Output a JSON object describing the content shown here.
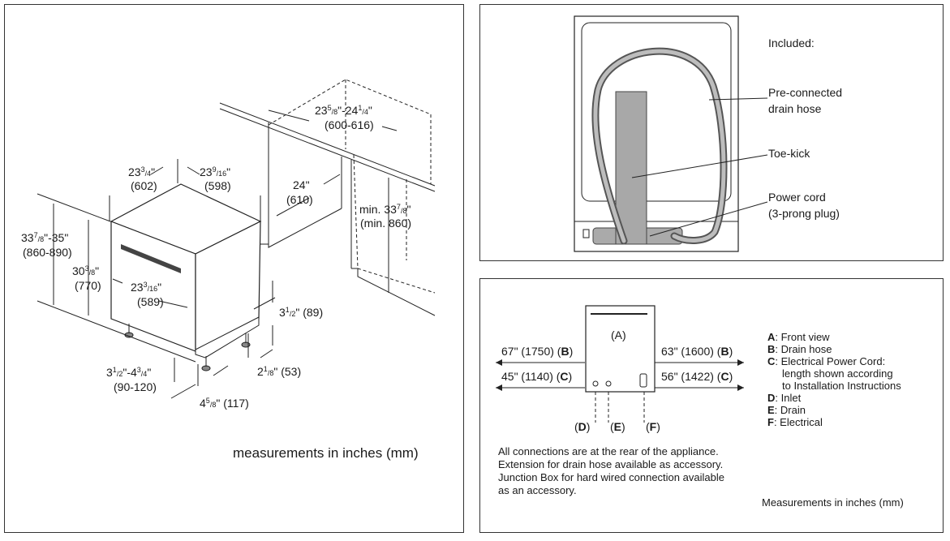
{
  "left_panel": {
    "dims": {
      "cab_width_text": "23",
      "cab_width_sup": "5",
      "cab_width_sub": "8",
      "cab_width_mid": "\"-24",
      "cab_width_sup2": "1",
      "cab_width_sub2": "4",
      "cab_width_end": "\"",
      "cab_width_mm": "(600-616)",
      "depth_24": "24\"",
      "depth_24_mm": "(610)",
      "min_height_a": "min. 33",
      "min_height_sup": "7",
      "min_height_sub": "8",
      "min_height_end": "\"",
      "min_height_mm": "(min. 860)",
      "top_w1": "23",
      "top_w1_sup": "3",
      "top_w1_sub": "4",
      "top_w1_end": "\"",
      "top_w1_mm": "(602)",
      "top_w2": "23",
      "top_w2_sup": "9",
      "top_w2_sub": "16",
      "top_w2_end": "\"",
      "top_w2_mm": "(598)",
      "h_total": "33",
      "h_total_sup": "7",
      "h_total_sub": "8",
      "h_total_end": "\"-35\"",
      "h_total_mm": "(860-890)",
      "h_body": "30",
      "h_body_sup": "3",
      "h_body_sub": "8",
      "h_body_end": "\"",
      "h_body_mm": "(770)",
      "door_w": "23",
      "door_w_sup": "3",
      "door_w_sub": "16",
      "door_w_end": "\"",
      "door_w_mm": "(589)",
      "toe_h": "3",
      "toe_h_sup": "1",
      "toe_h_sub": "2",
      "toe_h_end": "\" (89)",
      "leg_range": "3",
      "leg_range_sup": "1",
      "leg_range_sub": "2",
      "leg_range_mid": "\"-4",
      "leg_range_sup2": "3",
      "leg_range_sub2": "4",
      "leg_range_end": "\"",
      "leg_range_mm": "(90-120)",
      "toe_depth": "2",
      "toe_depth_sup": "1",
      "toe_depth_sub": "8",
      "toe_depth_end": "\" (53)",
      "foot_depth": "4",
      "foot_depth_sup": "5",
      "foot_depth_sub": "8",
      "foot_depth_end": "\" (117)"
    },
    "footer": "measurements in inches (mm)"
  },
  "top_right_panel": {
    "included_label": "Included:",
    "drain_hose_1": "Pre-connected",
    "drain_hose_2": "drain hose",
    "toe_kick": "Toe-kick",
    "power_cord_1": "Power cord",
    "power_cord_2": "(3-prong plug)"
  },
  "bottom_right_panel": {
    "center_label": "(A)",
    "left_b": "67\" (1750) (",
    "left_b_letter": "B",
    "left_c": "45\" (1140) (",
    "left_c_letter": "C",
    "right_b": "63\" (1600) (",
    "right_b_letter": "B",
    "right_c": "56\" (1422) (",
    "right_c_letter": "C",
    "close_paren": ")",
    "label_d_open": "(",
    "label_d": "D",
    "label_e": "E",
    "label_f": "F",
    "legend": [
      {
        "key": "A",
        "text": ": Front view"
      },
      {
        "key": "B",
        "text": ": Drain hose"
      },
      {
        "key": "C",
        "text": ": Electrical Power Cord:"
      },
      {
        "key": "",
        "text": "length shown according"
      },
      {
        "key": "",
        "text": "to Installation Instructions"
      },
      {
        "key": "D",
        "text": ": Inlet"
      },
      {
        "key": "E",
        "text": ": Drain"
      },
      {
        "key": "F",
        "text": ": Electrical"
      }
    ],
    "notes": [
      "All connections are at the rear of the appliance.",
      "Extension for drain hose available as accessory.",
      "Junction Box for hard wired connection available",
      "as an accessory."
    ],
    "footer": "Measurements in inches (mm)"
  }
}
